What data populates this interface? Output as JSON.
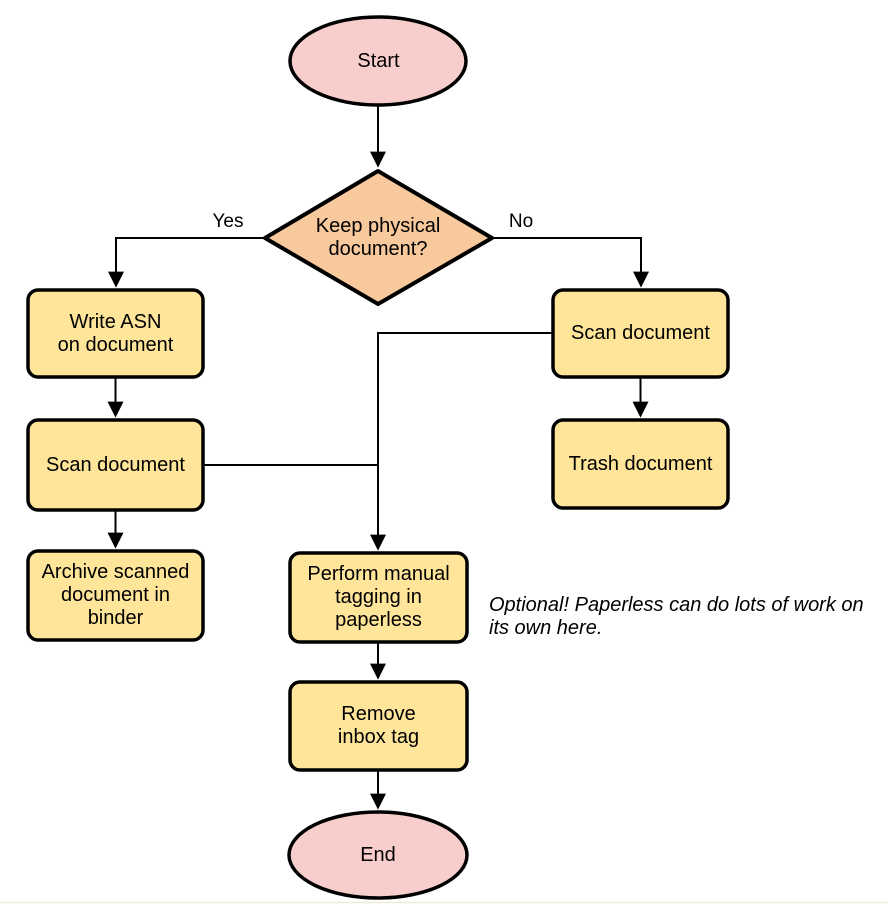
{
  "diagram": {
    "nodes": {
      "start": "Start",
      "decision": "Keep physical\ndocument?",
      "write_asn": "Write ASN\non document",
      "scan_left": "Scan document",
      "archive": "Archive scanned\ndocument in\nbinder",
      "scan_right": "Scan document",
      "trash": "Trash document",
      "tagging": "Perform manual\ntagging in\npaperless",
      "remove_inbox": "Remove\ninbox tag",
      "end": "End"
    },
    "edge_labels": {
      "yes": "Yes",
      "no": "No"
    },
    "annotation": "Optional! Paperless can do lots of work on\nits own here.",
    "colors": {
      "terminator_fill": "#f8cecc",
      "decision_fill": "#f8c99c",
      "process_fill": "#ffe599",
      "stroke": "#000000"
    }
  }
}
